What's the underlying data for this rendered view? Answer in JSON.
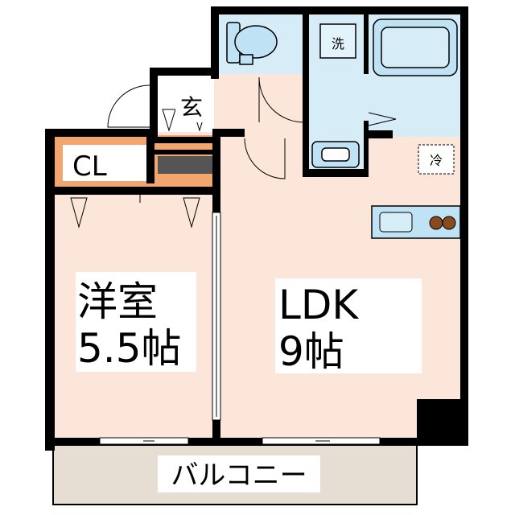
{
  "rooms": {
    "western": {
      "name": "洋室",
      "size": "5.5帖"
    },
    "ldk": {
      "name": "LDK",
      "size": "9帖"
    },
    "closet": "CL",
    "entrance": "玄",
    "washer": "洗",
    "fridge": "冷",
    "balcony": "バルコニー"
  },
  "colors": {
    "floor": "#fce6d9",
    "wet_area": "#d6ecf7",
    "closet": "#f0a66e",
    "balcony": "#e6ddd3",
    "wall": "#000000"
  }
}
